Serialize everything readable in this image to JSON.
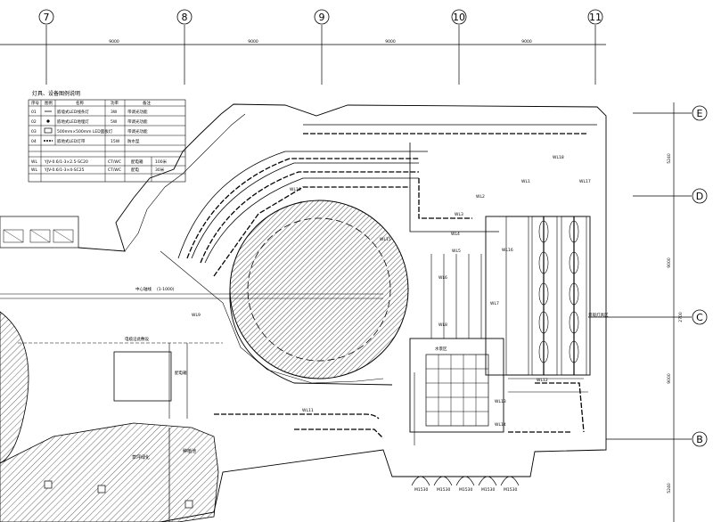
{
  "grid": {
    "columns": [
      {
        "label": "7"
      },
      {
        "label": "8"
      },
      {
        "label": "9"
      },
      {
        "label": "10"
      },
      {
        "label": "11"
      }
    ],
    "rows": [
      {
        "label": "E"
      },
      {
        "label": "D"
      },
      {
        "label": "C"
      },
      {
        "label": "B"
      }
    ],
    "column_spacing_labels": [
      "9000",
      "9000",
      "9000",
      "9000"
    ],
    "row_dims": [
      "5240",
      "9000",
      "2700",
      "9000",
      "5240"
    ]
  },
  "legend": {
    "title": "灯具、设备图例说明",
    "headers": [
      "序号",
      "图例",
      "名称",
      "功率",
      "备注"
    ],
    "rows": [
      {
        "no": "01",
        "name": "嵌墙式LED线条灯",
        "power": "3W",
        "note": "带调光功能"
      },
      {
        "no": "02",
        "name": "嵌地式LED地埋灯",
        "power": "5W",
        "note": "带调光功能"
      },
      {
        "no": "03",
        "name": "500mm×500mm LED面板灯",
        "power": "",
        "note": "带调光功能"
      },
      {
        "no": "04",
        "name": "嵌地式LED灯带",
        "power": "15W",
        "note": "防水型"
      }
    ],
    "cable_headers": [
      "",
      "",
      "",
      "",
      ""
    ],
    "cable_rows": [
      {
        "id": "WL",
        "spec": "YJV-0.6/1-3×2.5-SC20",
        "kind": "CT/WC",
        "use": "配电箱",
        "len": "100米"
      },
      {
        "id": "WL",
        "spec": "YJV-0.6/1-3×4-SC25",
        "kind": "CT/WC",
        "use": "配电",
        "len": "30米"
      }
    ]
  },
  "circuit_labels": [
    "WL1",
    "WL2",
    "WL3",
    "WL4",
    "WL5",
    "WL6",
    "WL7",
    "WL8",
    "WL9",
    "WL10",
    "WL11",
    "WL12",
    "WL13",
    "WL14",
    "WL15",
    "WL16",
    "WL17",
    "WL18"
  ],
  "annotations": {
    "center_axis": "中心轴线",
    "center_axis_dim": "(1-1000)",
    "cable_route": "电缆沿此敷设",
    "bottom_area_left": "草坪绿化",
    "bottom_area_right": "种植池",
    "panel_label": "配电箱",
    "grid_area": "水景区",
    "right_label": "景观灯具区"
  },
  "bottom_fixtures": [
    "M1530",
    "M1530",
    "M1530",
    "M1530",
    "M1530"
  ]
}
